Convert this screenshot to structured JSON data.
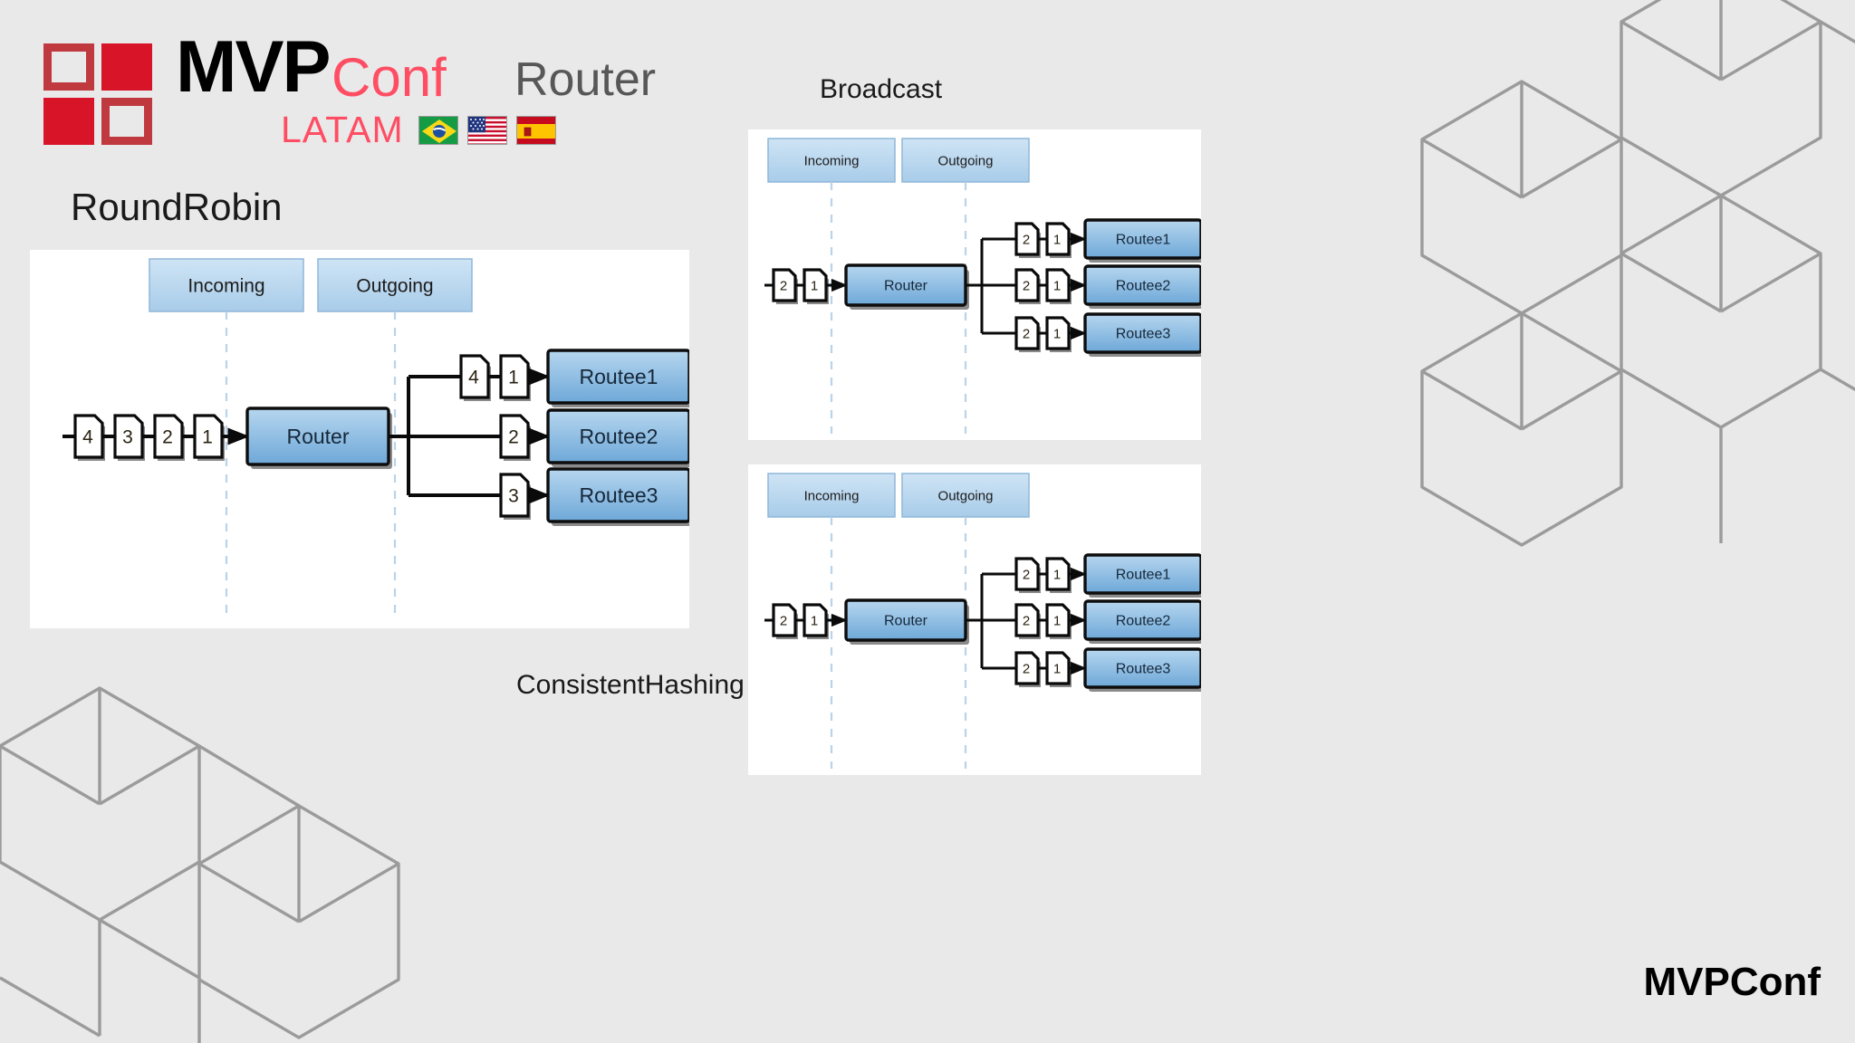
{
  "slide": {
    "title": "Router",
    "footer_brand": "MVPConf",
    "background_color": "#e9e9ea",
    "title_color": "#575757"
  },
  "logo": {
    "mvp": "MVP",
    "conf": "Conf",
    "latam": "LATAM",
    "brand_red": "#d71428",
    "brand_pink": "#ff4e63",
    "flags": [
      {
        "name": "brazil-flag",
        "title": "Brazil"
      },
      {
        "name": "usa-flag",
        "title": "United States"
      },
      {
        "name": "spain-flag",
        "title": "Spain"
      }
    ]
  },
  "sections": {
    "roundrobin": {
      "label": "RoundRobin"
    },
    "broadcast": {
      "label": "Broadcast"
    },
    "consistenthashing": {
      "label": "ConsistentHashing"
    }
  },
  "diagrams": [
    {
      "id": "roundrobin",
      "label": "RoundRobin",
      "lanes": [
        {
          "label": "Incoming"
        },
        {
          "label": "Outgoing"
        }
      ],
      "router": {
        "label": "Router"
      },
      "incoming_messages": [
        "4",
        "3",
        "2",
        "1"
      ],
      "routees": [
        {
          "label": "Routee1",
          "messages": [
            "4",
            "1"
          ]
        },
        {
          "label": "Routee2",
          "messages": [
            "2"
          ]
        },
        {
          "label": "Routee3",
          "messages": [
            "3"
          ]
        }
      ]
    },
    {
      "id": "broadcast",
      "label": "Broadcast",
      "lanes": [
        {
          "label": "Incoming"
        },
        {
          "label": "Outgoing"
        }
      ],
      "router": {
        "label": "Router"
      },
      "incoming_messages": [
        "2",
        "1"
      ],
      "routees": [
        {
          "label": "Routee1",
          "messages": [
            "2",
            "1"
          ]
        },
        {
          "label": "Routee2",
          "messages": [
            "2",
            "1"
          ]
        },
        {
          "label": "Routee3",
          "messages": [
            "2",
            "1"
          ]
        }
      ]
    },
    {
      "id": "consistenthashing",
      "label": "ConsistentHashing",
      "lanes": [
        {
          "label": "Incoming"
        },
        {
          "label": "Outgoing"
        }
      ],
      "router": {
        "label": "Router"
      },
      "incoming_messages": [
        "2",
        "1"
      ],
      "routees": [
        {
          "label": "Routee1",
          "messages": [
            "2",
            "1"
          ]
        },
        {
          "label": "Routee2",
          "messages": [
            "2",
            "1"
          ]
        },
        {
          "label": "Routee3",
          "messages": [
            "2",
            "1"
          ]
        }
      ]
    }
  ],
  "colors": {
    "node_blue_top": "#b6d6ef",
    "node_blue_bottom": "#6ea8d8",
    "lane_blue_top": "#cfe4f5",
    "lane_blue_bottom": "#a8cce9",
    "panel_white": "#ffffff",
    "wire_black": "#0a0a0a",
    "cube_outline": "#9b9b9b"
  }
}
